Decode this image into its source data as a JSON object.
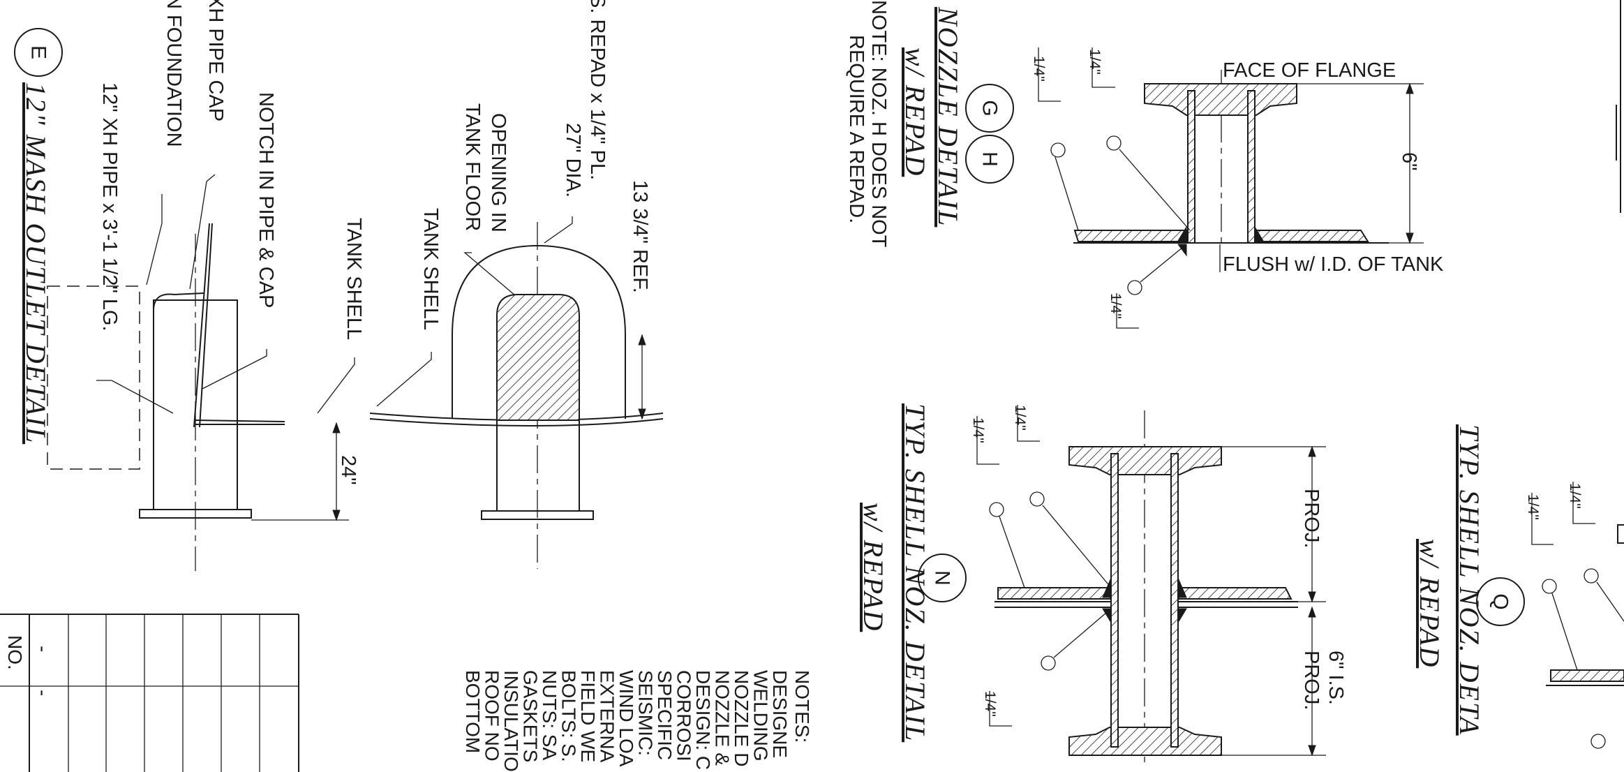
{
  "details": {
    "mash_outlet": {
      "bubble": "E",
      "title": "12\"  MASH  OUTLET  DETAIL",
      "labels": {
        "pipe": "12\" XH PIPE x 3'-1 1/2\" LG.",
        "cap": "XH PIPE CAP",
        "foundation": "N FOUNDATION",
        "notch": "NOTCH IN PIPE & CAP",
        "shell_1": "TANK SHELL",
        "shell_2": "TANK SHELL",
        "opening": [
          "OPENING IN",
          "TANK FLOOR"
        ],
        "repad": [
          "S. REPAD x 1/4\" PL.",
          "27\" DIA."
        ],
        "ref": "13 3/4\" REF.",
        "dim_24": "24\""
      }
    },
    "nozzle_detail": {
      "bubbles": [
        "G",
        "H"
      ],
      "title_1": "NOZZLE  DETAIL",
      "title_2": "w/  REPAD",
      "note_1": "NOTE: NOZ. H DOES NOT",
      "note_2": "REQUIRE A REPAD.",
      "face_of_flange": "FACE OF FLANGE",
      "flush": "FLUSH w/ I.D. OF TANK",
      "dim_6": "6\"",
      "welds": [
        "1/4\"",
        "1/4\"",
        "1/4\""
      ]
    },
    "shell_nozzle_n": {
      "bubble": "N",
      "title_1": "TYP.  SHELL  NOZ.  DETAIL",
      "title_2": "w/  REPAD",
      "proj": "PROJ.",
      "is_proj_1": "6\" I.S.",
      "is_proj_2": "PROJ.",
      "welds": [
        "1/4\"",
        "1/4\"",
        "1/4\""
      ]
    },
    "shell_nozzle_q": {
      "bubble": "Q",
      "title_1": "TYP.  SHELL  NOZ.  DETA",
      "title_2": "w/  REPAD",
      "welds": [
        "1/4\"",
        "1/4\""
      ]
    }
  },
  "revision_table": {
    "header": "NO.",
    "cells": [
      "-",
      "-"
    ]
  },
  "notes": {
    "heading": "NOTES:",
    "lines": [
      "DESIGNE",
      "WELDING",
      "NOZZLE D",
      "NOZZLE &",
      "DESIGN: C",
      "CORROSI",
      "SPECIFIC",
      "SEISMIC:",
      "WIND LOA",
      "EXTERNA",
      "FIELD WE",
      "BOLTS: S.",
      "NUTS: SA",
      "GASKETS",
      "INSULATIO",
      "ROOF NO",
      "BOTTOM"
    ]
  }
}
